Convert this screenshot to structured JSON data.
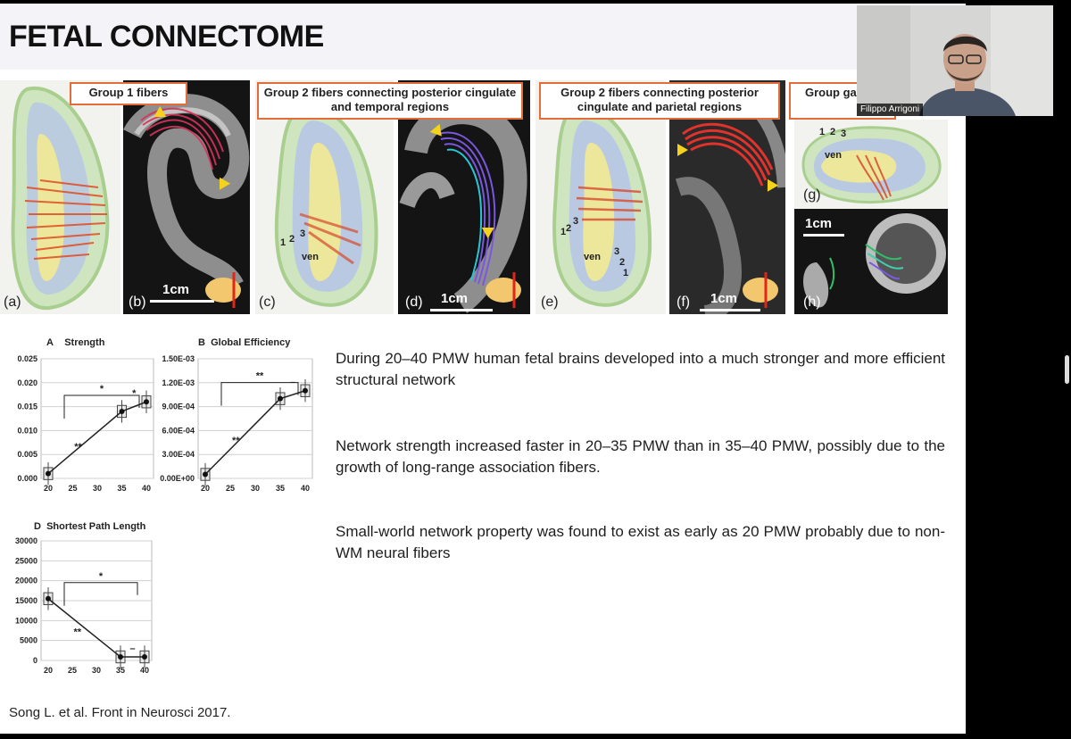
{
  "slide": {
    "title": "FETAL CONNECTOME",
    "captions": [
      "Group 1 fibers",
      "Group 2 fibers connecting posterior cingulate and temporal regions",
      "Group 2 fibers connecting posterior cingulate and parietal regions",
      "Group ganglio"
    ],
    "panel_labels": [
      "(a)",
      "(b)",
      "(c)",
      "(d)",
      "(e)",
      "(f)",
      "(g)",
      "(h)"
    ],
    "scale_label": "1cm",
    "ven_label": "ven",
    "region_numbers": [
      "1",
      "2",
      "3"
    ],
    "paragraphs": [
      "During 20–40 PMW human fetal brains developed into a much stronger and more efficient structural network",
      "Network strength  increased faster in 20–35 PMW than in 35–40 PMW, possibly due to the growth of long-range association fibers.",
      "Small-world network property was found to exist as early as 20 PMW probably due to non-WM neural fibers"
    ],
    "citation": "Song L. et al. Front in Neurosci 2017."
  },
  "video": {
    "participant_name": "Filippo Arrigoni"
  },
  "chart_data": [
    {
      "type": "line",
      "panel": "A",
      "title": "Strength",
      "x": [
        20,
        35,
        40
      ],
      "xticks": [
        "20",
        "25",
        "30",
        "35",
        "40"
      ],
      "values": [
        0.001,
        0.014,
        0.016
      ],
      "yticks": [
        "0.025",
        "0.020",
        "0.015",
        "0.010",
        "0.005",
        "0.000"
      ],
      "ylim": [
        0,
        0.025
      ],
      "significance": [
        "**",
        "*",
        "*"
      ]
    },
    {
      "type": "line",
      "panel": "B",
      "title": "Global Efficiency",
      "x": [
        20,
        35,
        40
      ],
      "xticks": [
        "20",
        "25",
        "30",
        "35",
        "40"
      ],
      "values": [
        5e-05,
        0.001,
        0.0011
      ],
      "yticks": [
        "1.50E-03",
        "1.20E-03",
        "9.00E-04",
        "6.00E-04",
        "3.00E-04",
        "0.00E+00"
      ],
      "ylim": [
        0,
        0.0015
      ],
      "significance": [
        "**",
        "**",
        "–"
      ]
    },
    {
      "type": "line",
      "panel": "D",
      "title": "Shortest Path Length",
      "x": [
        20,
        35,
        40
      ],
      "xticks": [
        "20",
        "25",
        "30",
        "35",
        "40"
      ],
      "values": [
        15500,
        900,
        900
      ],
      "yticks": [
        "30000",
        "25000",
        "20000",
        "15000",
        "10000",
        "5000",
        "0"
      ],
      "ylim": [
        0,
        30000
      ],
      "significance": [
        "**",
        "*",
        "–"
      ]
    }
  ]
}
